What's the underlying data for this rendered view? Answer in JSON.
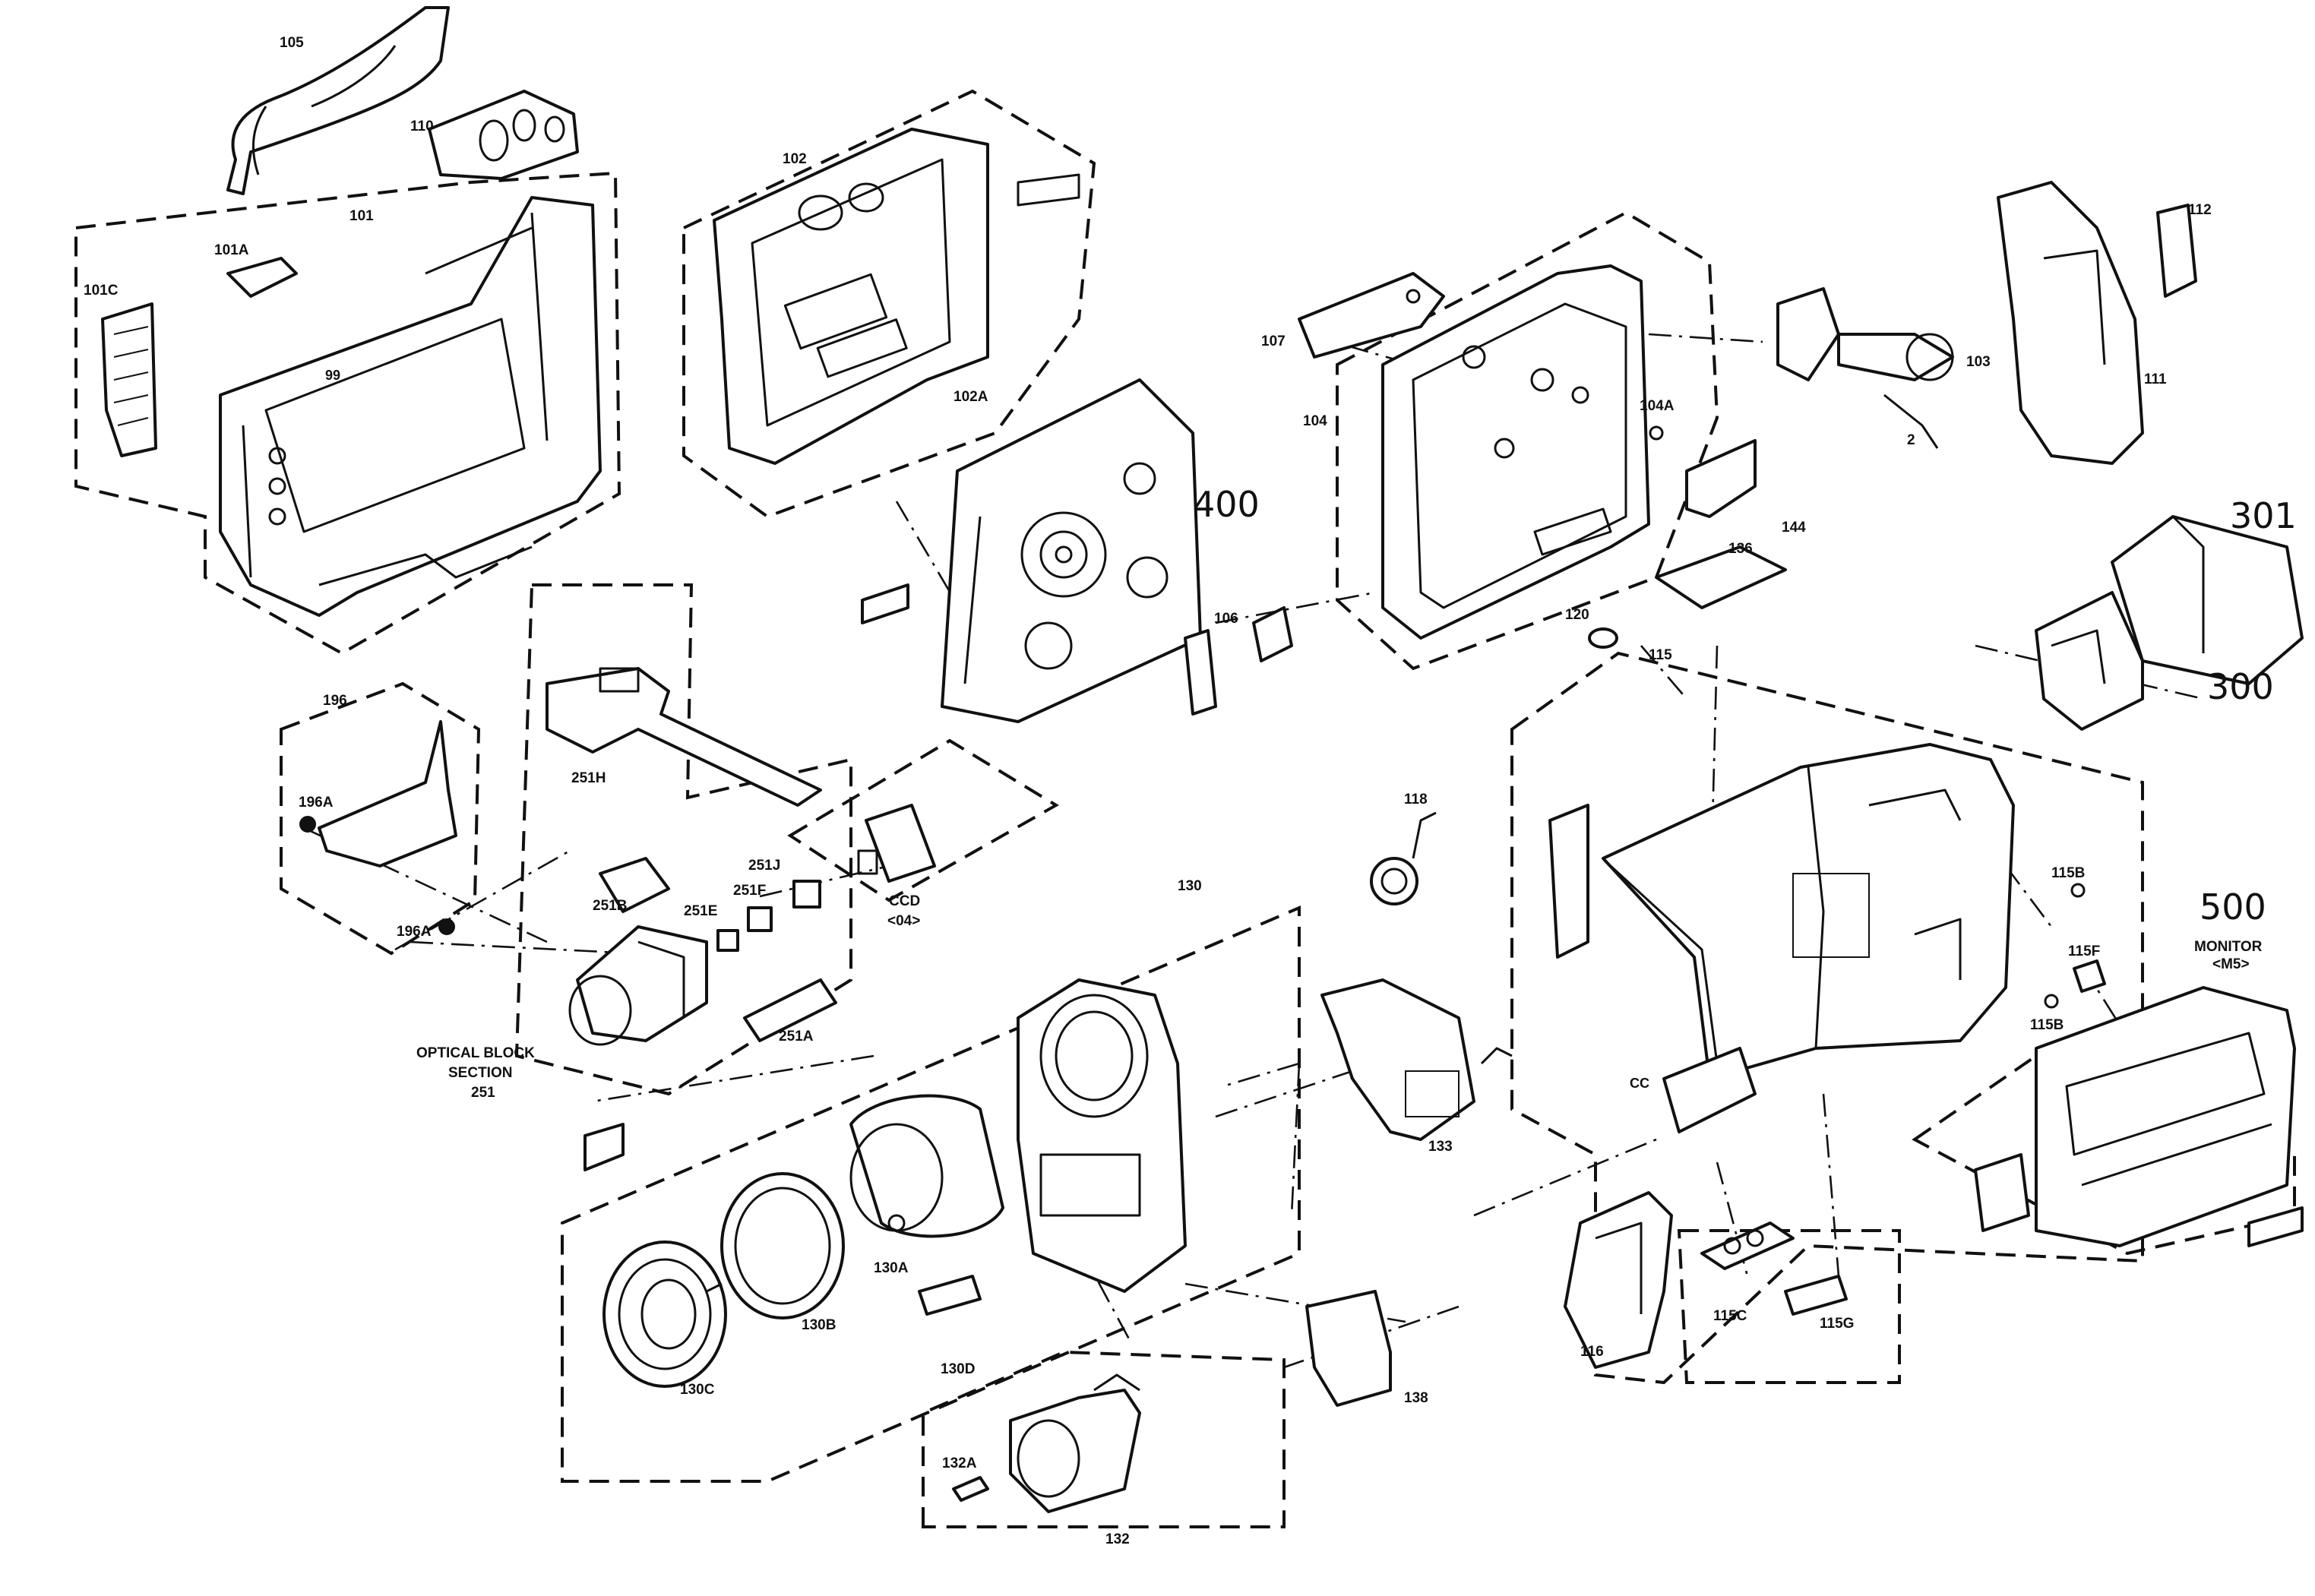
{
  "labels": {
    "l105": "105",
    "l110": "110",
    "l101": "101",
    "l101A": "101A",
    "l101C": "101C",
    "l99": "99",
    "l102": "102",
    "l102A": "102A",
    "l400": "400",
    "l107": "107",
    "l104": "104",
    "l104A": "104A",
    "l144": "144",
    "l106": "106",
    "l136": "136",
    "l120": "120",
    "l103": "103",
    "l2": "2",
    "l112": "112",
    "l111": "111",
    "l301": "301",
    "l300": "300",
    "l196": "196",
    "l196A1": "196A",
    "l196A2": "196A",
    "l251H": "251H",
    "l251B": "251B",
    "l251E": "251E",
    "l251F": "251F",
    "l251J": "251J",
    "l251A": "251A",
    "lCCD": "CCD",
    "lCCD04": "<04>",
    "lOB1": "OPTICAL BLOCK",
    "lOB2": "SECTION",
    "lOB3": "251",
    "l130": "130",
    "l130A": "130A",
    "l130B": "130B",
    "l130C": "130C",
    "l130D": "130D",
    "l118": "118",
    "l133": "133",
    "l138": "138",
    "l132": "132",
    "l132A": "132A",
    "l115": "115",
    "l115B1": "115B",
    "l115B2": "115B",
    "l115F": "115F",
    "l115C": "115C",
    "l115G": "115G",
    "l116": "116",
    "lCC": "CC",
    "l500": "500",
    "lMON": "MONITOR",
    "lMS": "<M5>"
  }
}
